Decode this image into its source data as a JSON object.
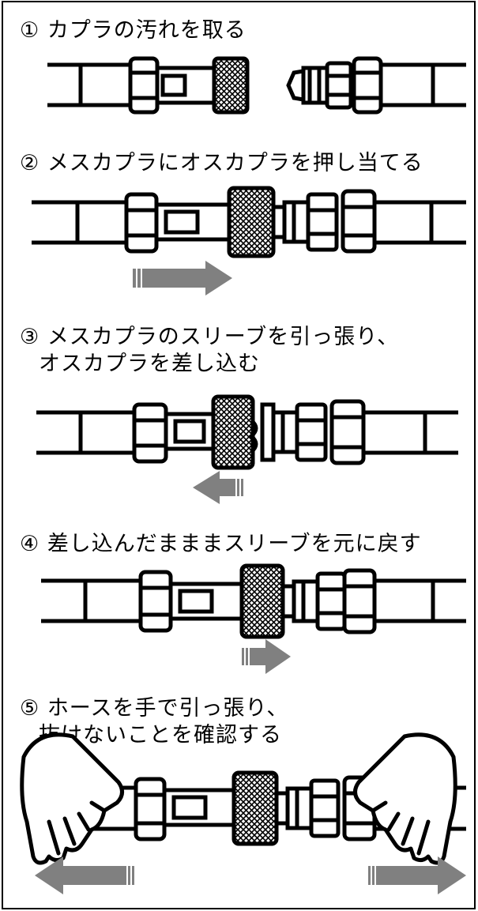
{
  "steps": [
    {
      "number": "①",
      "title": "カプラの汚れを取る"
    },
    {
      "number": "②",
      "title": "メスカプラにオスカプラを押し当てる"
    },
    {
      "number": "③",
      "title": "メスカプラのスリーブを引っ張り、",
      "title2": "オスカプラを差し込む"
    },
    {
      "number": "④",
      "title": "差し込んだまままスリーブを元に戻す"
    },
    {
      "number": "⑤",
      "title": "ホースを手で引っ張り、",
      "title2": "抜けないことを確認する"
    }
  ],
  "colors": {
    "line": "#000000",
    "arrow": "#808080",
    "background": "#ffffff"
  },
  "icons": [
    "hose",
    "female-coupler",
    "knurled-sleeve",
    "male-plug",
    "push-arrow",
    "pull-arrow",
    "left-hand",
    "right-hand"
  ]
}
